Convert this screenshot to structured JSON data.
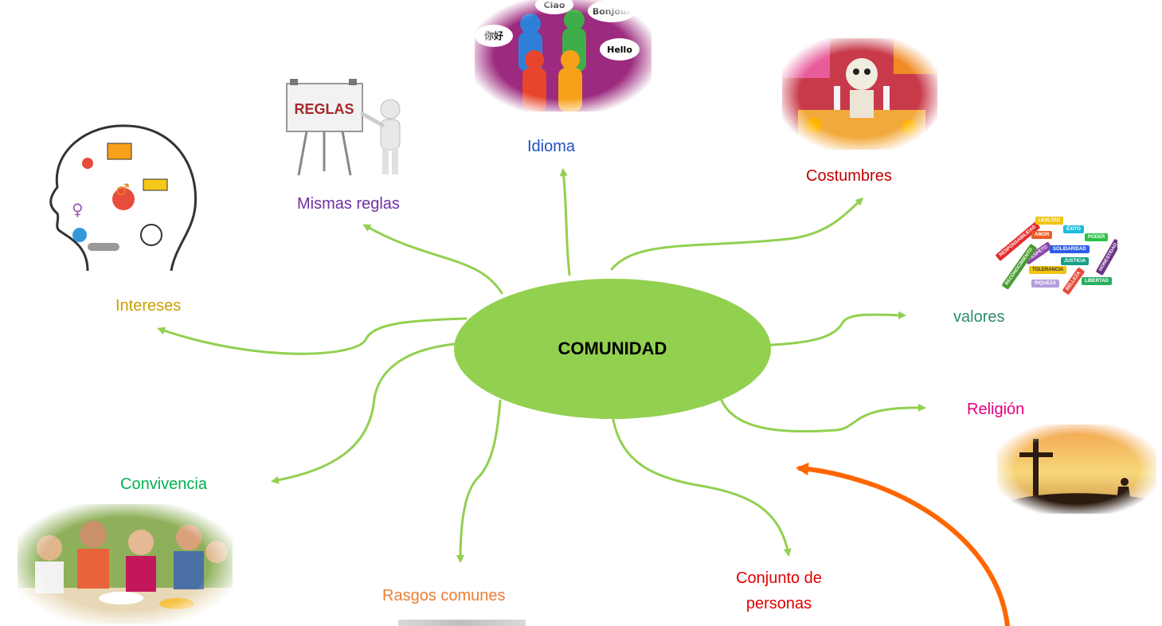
{
  "center": {
    "label": "COMUNIDAD",
    "color": "#92d050"
  },
  "arrow_color": "#92d050",
  "highlight_arrow_color": "#ff6600",
  "nodes": {
    "idioma": {
      "label": "Idioma",
      "color": "#1f4fc1"
    },
    "mismas_reglas": {
      "label": "Mismas reglas",
      "color": "#7030a0"
    },
    "costumbres": {
      "label": "Costumbres",
      "color": "#c00000"
    },
    "intereses": {
      "label": "Intereses",
      "color": "#c8a000"
    },
    "valores": {
      "label": "valores",
      "color": "#2e8b6e"
    },
    "religion": {
      "label": "Religión",
      "color": "#e4007c"
    },
    "convivencia": {
      "label": "Convivencia",
      "color": "#00b050"
    },
    "rasgos_comunes": {
      "label": "Rasgos comunes",
      "color": "#ed7d31"
    },
    "conjunto_1": {
      "label": "Conjunto de",
      "color": "#e00000"
    },
    "conjunto_2": {
      "label": "personas",
      "color": "#e00000"
    }
  },
  "images": {
    "idioma_bubbles": [
      "Ciao",
      "Bonjour",
      "你好",
      "Hello"
    ],
    "reglas_board": "REGLAS",
    "valores_tags": [
      "RESPONSABILIDAD",
      "LEALTAD",
      "AMOR",
      "ÉXITO",
      "PODER",
      "RESPETO",
      "SOLIDARIDAD",
      "RECONOCIMIENTO",
      "JUSTICIA",
      "HONESTIDAD",
      "TOLERANCIA",
      "RIQUEZA",
      "BELLEZA",
      "LIBERTAD"
    ]
  }
}
